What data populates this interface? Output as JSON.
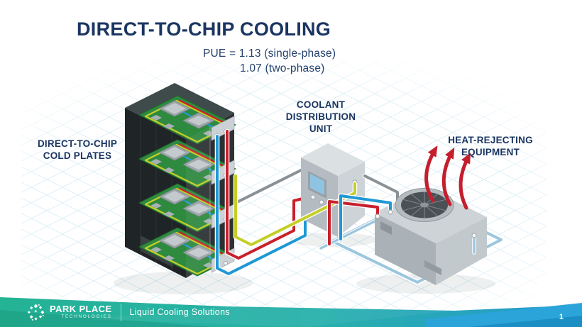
{
  "slide": {
    "title": "DIRECT-TO-CHIP COOLING",
    "pue_line1": "PUE = 1.13 (single-phase)",
    "pue_line2": "1.07 (two-phase)"
  },
  "labels": {
    "cold_plates_line1": "DIRECT-TO-CHIP",
    "cold_plates_line2": "COLD PLATES",
    "cdu_line1": "COOLANT",
    "cdu_line2": "DISTRIBUTION",
    "cdu_line3": "UNIT",
    "heat_line1": "HEAT-REJECTING",
    "heat_line2": "EQUIPMENT"
  },
  "diagram": {
    "components": [
      "server-rack-with-cold-plates",
      "coolant-distribution-unit",
      "heat-rejecting-equipment"
    ],
    "heat_arrow_color": "#c41f2e"
  },
  "footer": {
    "brand_name": "PARK PLACE",
    "brand_sub": "TECHNOLOGIES",
    "tagline": "Liquid Cooling Solutions",
    "page_number": "1"
  },
  "colors": {
    "navy": "#1b3561",
    "pipe_red": "#c8202c",
    "pipe_blue": "#2098d4",
    "pipe_yellow": "#c5ce27",
    "pipe_lightblue": "#9cc6de",
    "pipe_gray": "#8a9196",
    "footer_teal": "#24b394",
    "footer_cyan": "#2699cd",
    "footer_blue_wedge": "#2ba4da"
  }
}
